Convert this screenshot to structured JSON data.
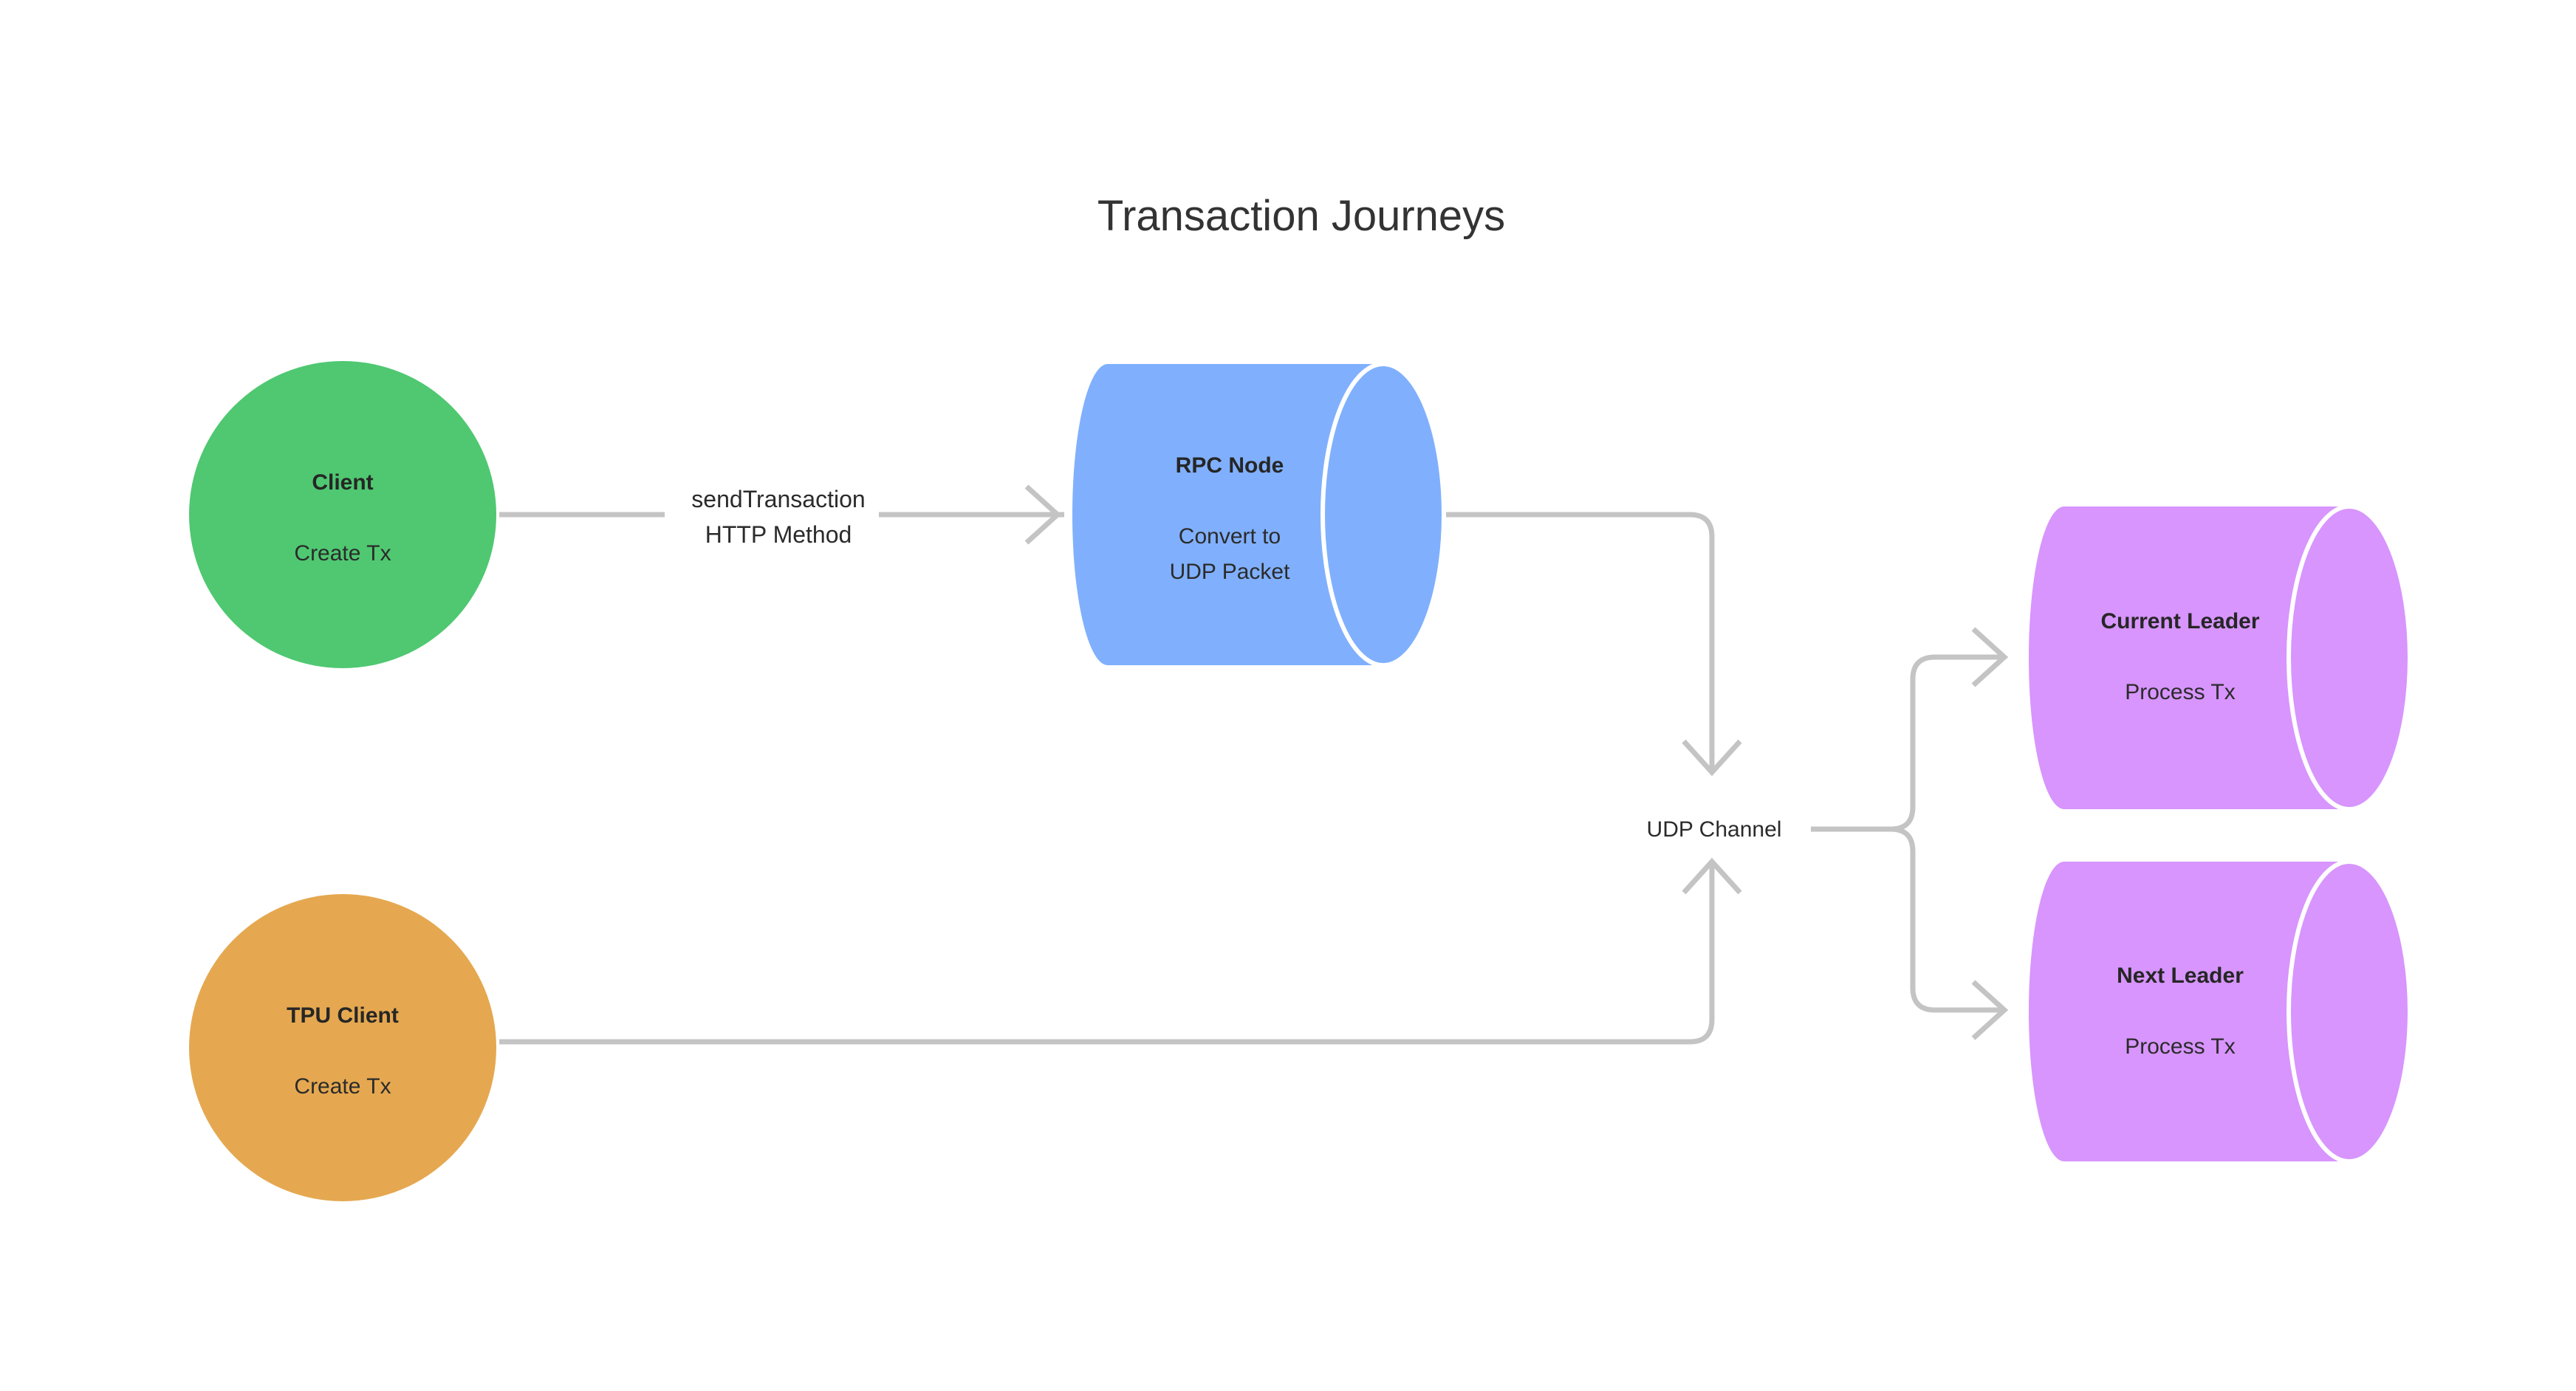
{
  "page": {
    "background_color": "#ffffff",
    "title": "Transaction Journeys"
  },
  "palette": {
    "client_green": "#4FC871",
    "tpu_orange": "#E5A850",
    "rpc_blue": "#80B0FD",
    "leader_purple": "#D795FD",
    "edge_gray": "#C4C4C4",
    "title_text": "#333333",
    "node_text": "#262626"
  },
  "nodes": [
    {
      "id": "client",
      "shape": "circle",
      "title": "Client",
      "subtitle": "Create Tx",
      "color": "#4FC871"
    },
    {
      "id": "tpu-client",
      "shape": "circle",
      "title": "TPU Client",
      "subtitle": "Create Tx",
      "color": "#E5A850"
    },
    {
      "id": "rpc-node",
      "shape": "cylinder",
      "title": "RPC Node",
      "subtitle_line1": "Convert to",
      "subtitle_line2": "UDP Packet",
      "color": "#80B0FD"
    },
    {
      "id": "current-leader",
      "shape": "cylinder",
      "title": "Current Leader",
      "subtitle": "Process Tx",
      "color": "#D795FD"
    },
    {
      "id": "next-leader",
      "shape": "cylinder",
      "title": "Next Leader",
      "subtitle": "Process Tx",
      "color": "#D795FD"
    }
  ],
  "junction": {
    "id": "udp-channel",
    "label": "UDP Channel"
  },
  "edges": [
    {
      "id": "client-to-rpc",
      "from": "client",
      "to": "rpc-node",
      "label_line1": "sendTransaction",
      "label_line2": "HTTP Method",
      "arrow": true
    },
    {
      "id": "rpc-to-udp",
      "from": "rpc-node",
      "to": "udp-channel",
      "label_line1": "",
      "label_line2": "",
      "arrow": true
    },
    {
      "id": "tpu-to-udp",
      "from": "tpu-client",
      "to": "udp-channel",
      "label_line1": "",
      "label_line2": "",
      "arrow": true
    },
    {
      "id": "udp-to-current-leader",
      "from": "udp-channel",
      "to": "current-leader",
      "label_line1": "",
      "label_line2": "",
      "arrow": true
    },
    {
      "id": "udp-to-next-leader",
      "from": "udp-channel",
      "to": "next-leader",
      "label_line1": "",
      "label_line2": "",
      "arrow": true
    }
  ]
}
